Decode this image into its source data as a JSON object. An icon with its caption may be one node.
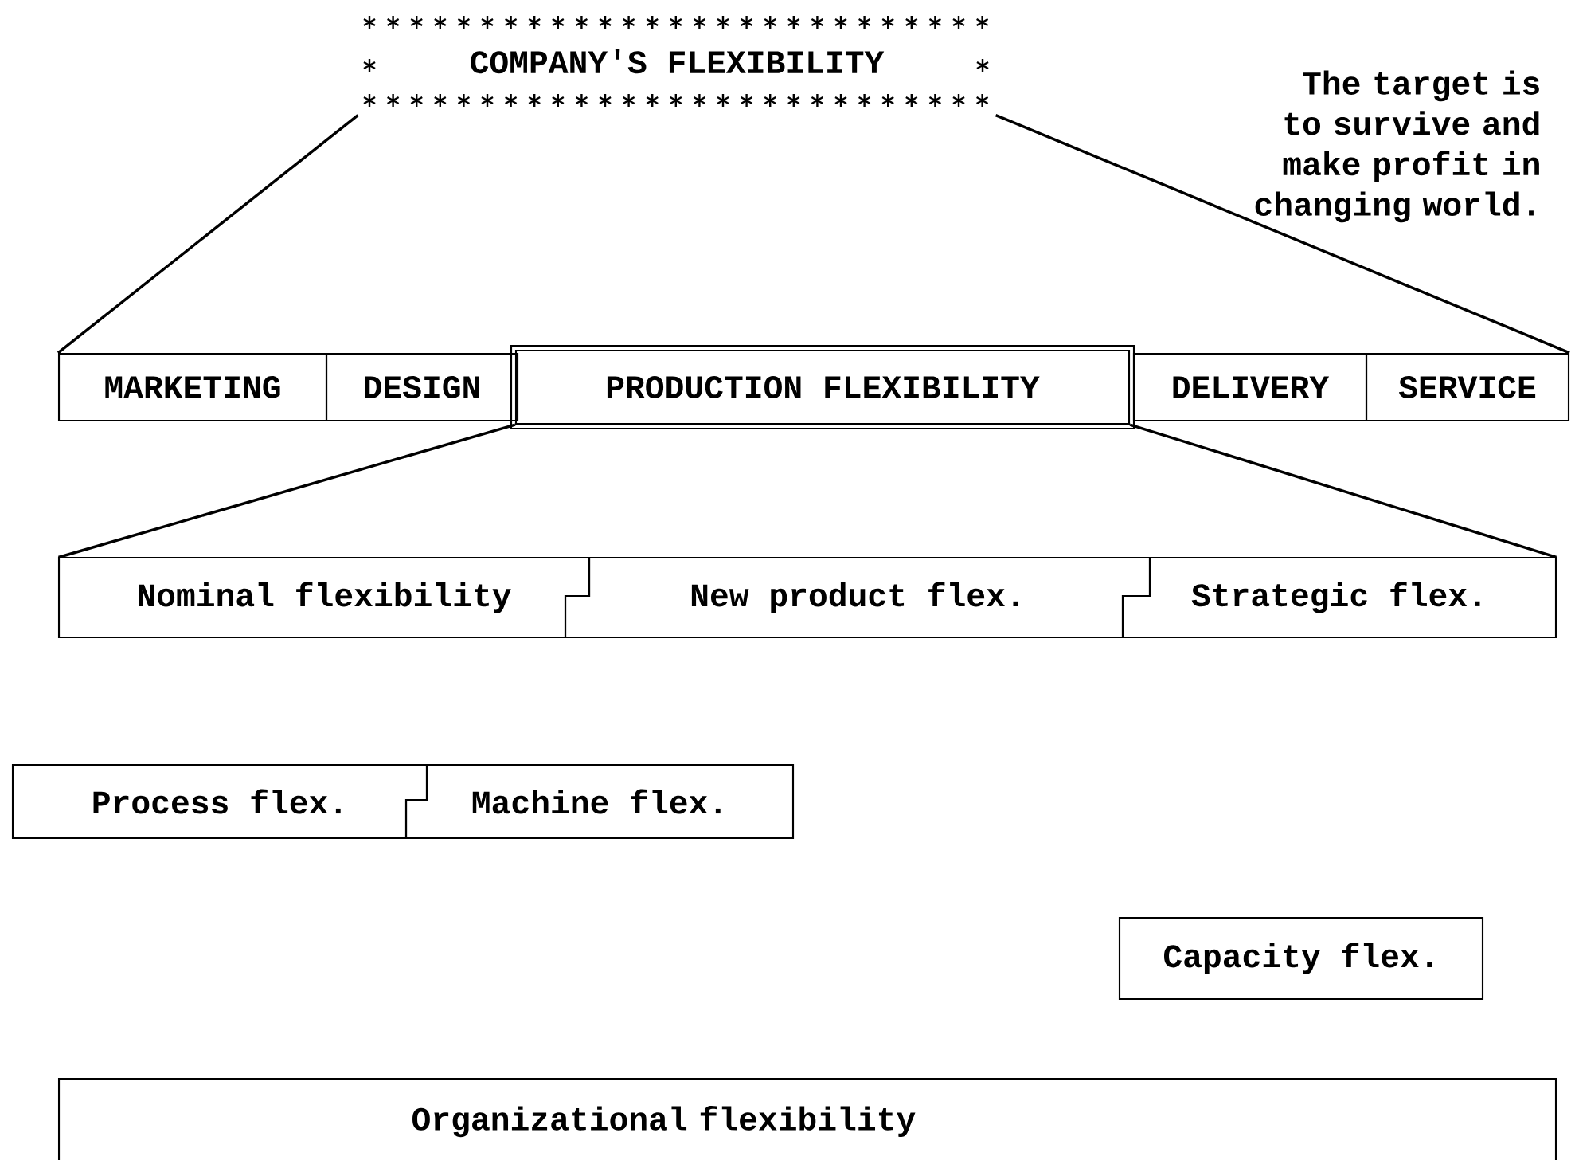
{
  "diagram": {
    "nodes": [
      {
        "text": [
          "COMPANY'S FLEXIBILITY"
        ]
      },
      {
        "text": [
          "MARKETING"
        ]
      },
      {
        "text": [
          "DESIGN"
        ]
      },
      {
        "text": [
          "PRODUCTION FLEXIBILITY"
        ]
      },
      {
        "text": [
          "DELIVERY"
        ]
      },
      {
        "text": [
          "SERVICE"
        ]
      },
      {
        "text": [
          "Nominal flexibility"
        ]
      },
      {
        "text": [
          "New product flex."
        ]
      },
      {
        "text": [
          "Strategic flex."
        ]
      },
      {
        "text": [
          "Process flex."
        ]
      },
      {
        "text": [
          "Machine flex."
        ]
      },
      {
        "text": [
          "Capacity flex."
        ]
      },
      {
        "text": [
          "Organizational flexibility"
        ]
      }
    ],
    "edges": [
      {
        "from": 0,
        "to": 1,
        "arrow": "none"
      },
      {
        "from": 0,
        "to": 5,
        "arrow": "none"
      },
      {
        "from": 3,
        "to": 6,
        "arrow": "none"
      },
      {
        "from": 3,
        "to": 8,
        "arrow": "none"
      }
    ],
    "labels": [
      "The target is to survive and make profit in changing world."
    ]
  }
}
